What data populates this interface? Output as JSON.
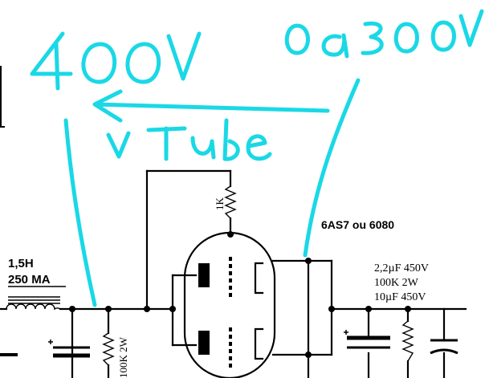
{
  "annotations": {
    "voltage_left": "400V",
    "voltage_right": "0a300V",
    "tube_label": "vTube"
  },
  "schematic": {
    "choke_value": "1,5H",
    "choke_current": "250 MA",
    "resistor_top": "1K",
    "resistor_bottom": "100K 2W",
    "tube_type": "6AS7 ou 6080",
    "cap_spec_1": "2,2µF 450V",
    "res_spec": "100K 2W",
    "cap_spec_2": "10µF 450V"
  },
  "colors": {
    "annotation": "#1ad8e6",
    "ink": "#000000",
    "background": "#ffffff"
  }
}
